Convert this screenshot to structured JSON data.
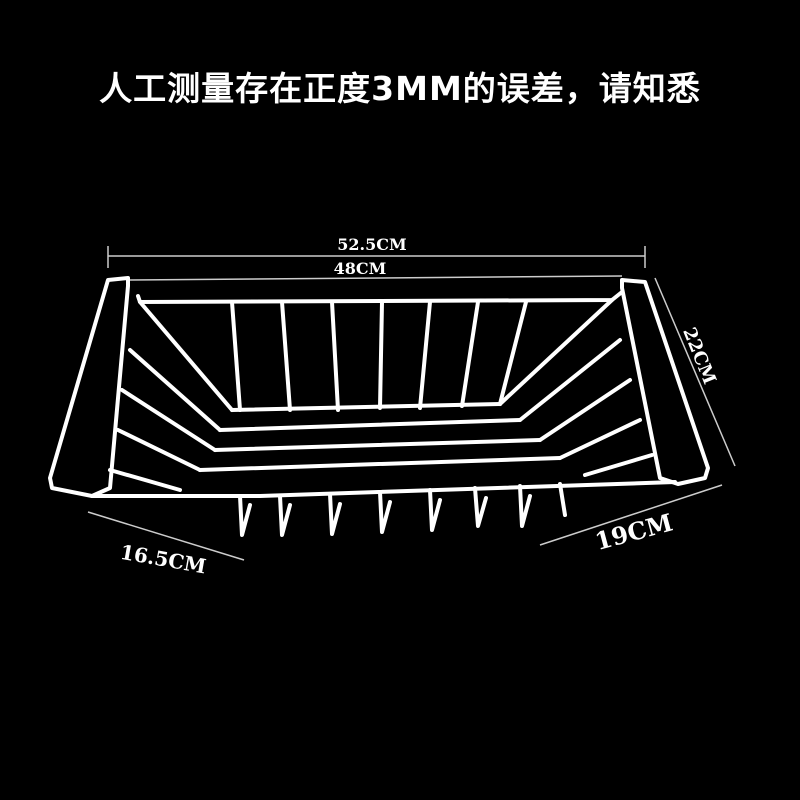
{
  "headline": "人工测量存在正度3MM的误差，请知悉",
  "dimensions": {
    "outer_length": "52.5CM",
    "inner_length": "48CM",
    "depth": "22CM",
    "right_width": "19CM",
    "left_width": "16.5CM"
  },
  "colors": {
    "background": "#000000",
    "wire": "#ffffff",
    "dimension_line": "#cccccc"
  }
}
